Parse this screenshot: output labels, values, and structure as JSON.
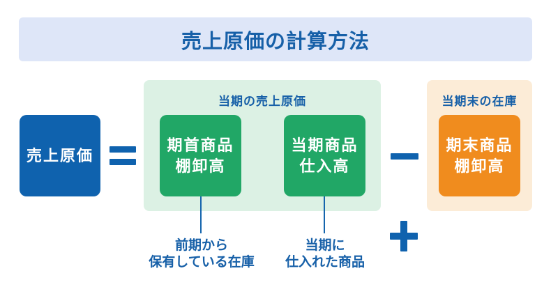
{
  "header": {
    "title": "売上原価の計算方法"
  },
  "formula": {
    "result": {
      "label": "売上原価"
    },
    "operators": {
      "equals": "=",
      "plus": "+",
      "minus": "−"
    }
  },
  "groups": {
    "cogs": {
      "label": "当期の売上原価",
      "boxes": [
        {
          "line1": "期首商品",
          "line2": "棚卸高"
        },
        {
          "line1": "当期商品",
          "line2": "仕入高"
        }
      ]
    },
    "ending": {
      "label": "当期末の在庫",
      "box": {
        "line1": "期末商品",
        "line2": "棚卸高"
      }
    }
  },
  "annotations": [
    {
      "line1": "前期から",
      "line2": "保有している在庫"
    },
    {
      "line1": "当期に",
      "line2": "仕入れた商品"
    }
  ],
  "colors": {
    "background": "#ffffff",
    "header_bg": "#dee6f8",
    "text_blue": "#1760a8",
    "primary_blue": "#0f62ae",
    "green_box": "#21a766",
    "green_panel": "#dcf1e4",
    "orange_box": "#f08c1e",
    "orange_panel": "#fcecd7",
    "connector_blue": "#1565ad"
  }
}
